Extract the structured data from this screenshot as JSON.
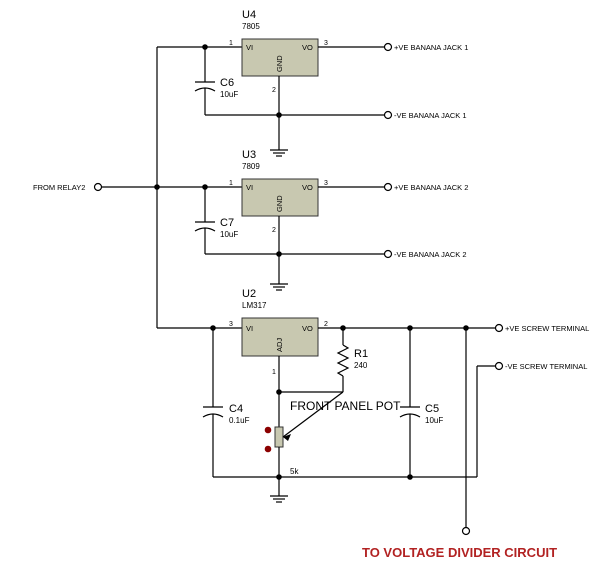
{
  "regulators": {
    "u4": {
      "ref": "U4",
      "part": "7805",
      "vi": "VI",
      "vo": "VO",
      "gnd": "GND",
      "pin_in": "1",
      "pin_out": "3",
      "pin_gnd": "2"
    },
    "u3": {
      "ref": "U3",
      "part": "7809",
      "vi": "VI",
      "vo": "VO",
      "gnd": "GND",
      "pin_in": "1",
      "pin_out": "3",
      "pin_gnd": "2"
    },
    "u2": {
      "ref": "U2",
      "part": "LM317",
      "vi": "VI",
      "vo": "VO",
      "adj": "ADJ",
      "pin_in": "3",
      "pin_out": "2",
      "pin_adj": "1"
    }
  },
  "capacitors": {
    "c6": {
      "ref": "C6",
      "value": "10uF"
    },
    "c7": {
      "ref": "C7",
      "value": "10uF"
    },
    "c4": {
      "ref": "C4",
      "value": "0.1uF"
    },
    "c5": {
      "ref": "C5",
      "value": "10uF"
    }
  },
  "resistors": {
    "r1": {
      "ref": "R1",
      "value": "240"
    },
    "pot": {
      "label": "FRONT PANEL POT",
      "value": "5k"
    }
  },
  "nets": {
    "from_relay": "FROM RELAY2",
    "pos_jack1": "+VE BANANA JACK 1",
    "neg_jack1": "-VE BANANA JACK 1",
    "pos_jack2": "+VE BANANA JACK 2",
    "neg_jack2": "-VE BANANA JACK 2",
    "pos_screw": "+VE SCREW TERMINAL",
    "neg_screw": "-VE SCREW TERMINAL"
  },
  "title": "TO VOLTAGE DIVIDER CIRCUIT"
}
